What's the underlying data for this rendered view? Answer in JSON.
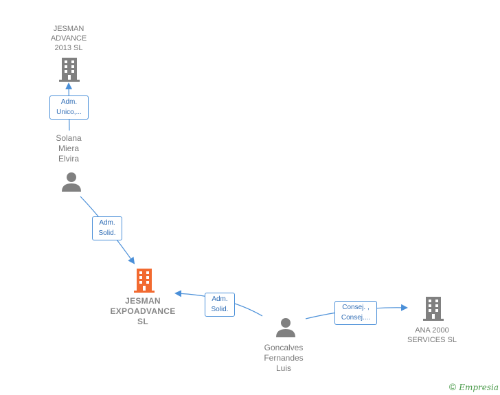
{
  "nodes": {
    "jesman_advance": {
      "label": [
        "JESMAN",
        "ADVANCE",
        "2013 SL"
      ],
      "type": "company"
    },
    "solana": {
      "label": [
        "Solana",
        "Miera",
        "Elvira"
      ],
      "type": "person"
    },
    "jesman_expo": {
      "label": [
        "JESMAN",
        "EXPOADVANCE",
        "SL"
      ],
      "type": "company-main"
    },
    "goncalves": {
      "label": [
        "Goncalves",
        "Fernandes",
        "Luis"
      ],
      "type": "person"
    },
    "ana2000": {
      "label": [
        "ANA 2000",
        "SERVICES SL"
      ],
      "type": "company"
    }
  },
  "relations": {
    "r1": [
      "Adm.",
      "Unico,..."
    ],
    "r2": [
      "Adm.",
      "Solid."
    ],
    "r3": [
      "Adm.",
      "Solid."
    ],
    "r4": [
      "Consej. ,",
      "Consej...."
    ]
  },
  "colors": {
    "edge": "#4a8fd8",
    "company_icon": "#808080",
    "main_company_icon": "#f26a30",
    "person_icon": "#808080"
  },
  "credit": {
    "symbol": "©",
    "brand": "Empresia"
  }
}
